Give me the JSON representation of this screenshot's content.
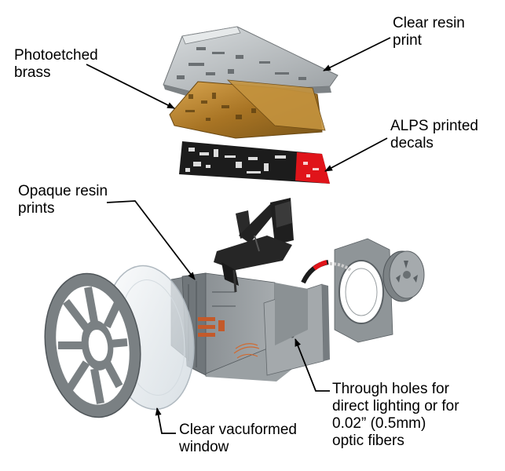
{
  "labels": {
    "clear_resin": [
      "Clear resin",
      "print"
    ],
    "brass": [
      "Photoetched",
      "brass"
    ],
    "alps": [
      "ALPS printed",
      "decals"
    ],
    "opaque": [
      "Opaque resin",
      "prints"
    ],
    "holes": [
      "Through holes for",
      "direct lighting or for",
      "0.02” (0.5mm)",
      "optic fibers"
    ],
    "vacuform": [
      "Clear vacuformed",
      "window"
    ]
  },
  "colors": {
    "resin_gray": "#8c9194",
    "resin_dark": "#5d6266",
    "resin_light": "#b8bcbe",
    "brass": "#b8882f",
    "brass_dark": "#7a5518",
    "decal_black": "#1c1c1c",
    "decal_red": "#e0141a",
    "arm_black": "#222222",
    "window_clear": "#e8eef2",
    "rust": "#c45a2a"
  }
}
